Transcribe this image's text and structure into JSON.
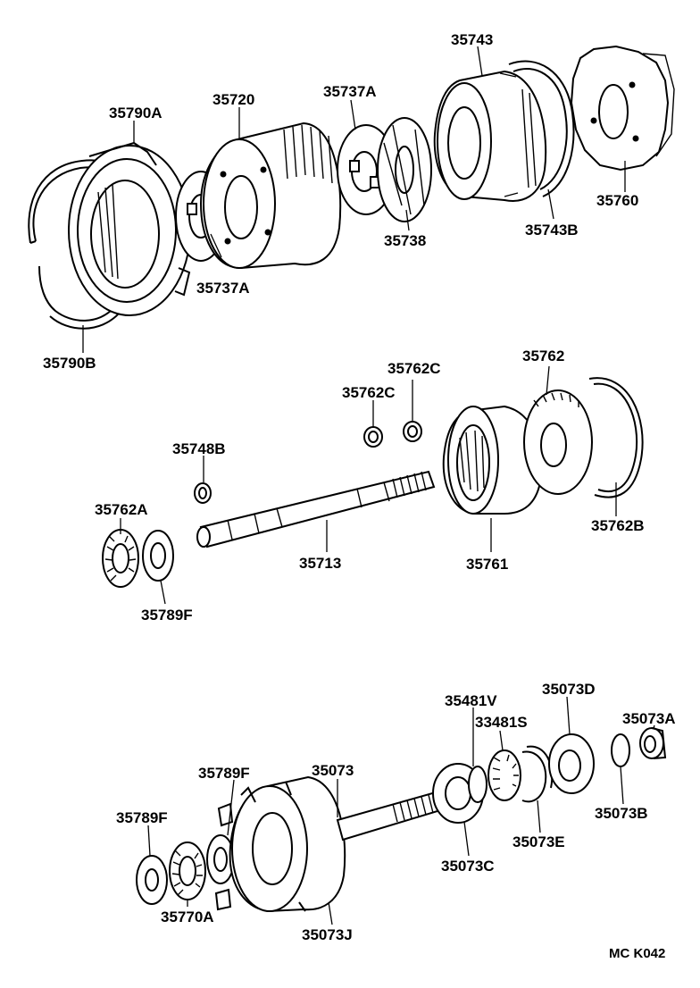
{
  "diagram_code": "MC K042",
  "labels": {
    "p35790A": "35790A",
    "p35720": "35720",
    "p35737A_top": "35737A",
    "p35743": "35743",
    "p35737A_bottom": "35737A",
    "p35738": "35738",
    "p35743B": "35743B",
    "p35760": "35760",
    "p35790B": "35790B",
    "p35762": "35762",
    "p35762C_right": "35762C",
    "p35762C_left": "35762C",
    "p35748B": "35748B",
    "p35762A": "35762A",
    "p35762B": "35762B",
    "p35713": "35713",
    "p35761": "35761",
    "p35789F_mid": "35789F",
    "p35481V": "35481V",
    "p33481S": "33481S",
    "p35073D": "35073D",
    "p35073A": "35073A",
    "p35789F_b1": "35789F",
    "p35073": "35073",
    "p35789F_b2": "35789F",
    "p35073B": "35073B",
    "p35073E": "35073E",
    "p35073C": "35073C",
    "p35770A": "35770A",
    "p35073J": "35073J"
  }
}
